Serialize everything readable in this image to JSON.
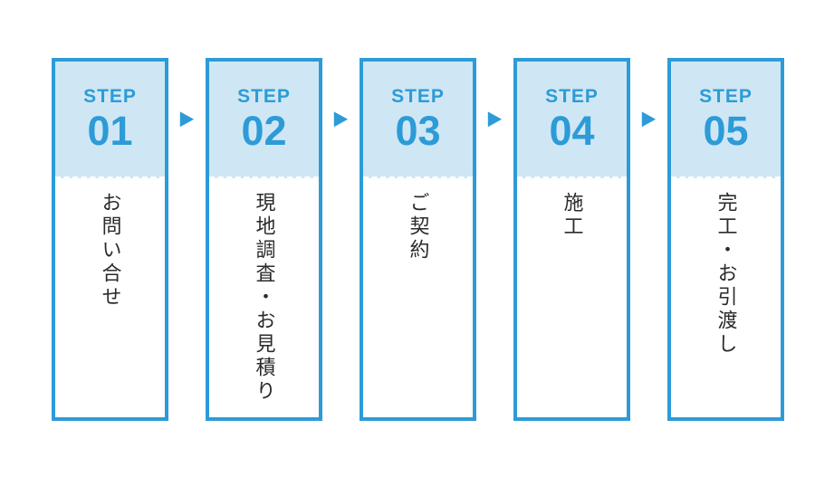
{
  "colors": {
    "accent": "#2D9BD7",
    "header_bg": "#CFE7F4",
    "text": "#2B2B2B",
    "card_bg": "#FFFFFF"
  },
  "arrow_icon": "▶",
  "steps": [
    {
      "label": "STEP",
      "number": "01",
      "title": "お問い合せ"
    },
    {
      "label": "STEP",
      "number": "02",
      "title": "現地調査・お見積り"
    },
    {
      "label": "STEP",
      "number": "03",
      "title": "ご契約"
    },
    {
      "label": "STEP",
      "number": "04",
      "title": "施工"
    },
    {
      "label": "STEP",
      "number": "05",
      "title": "完工・お引渡し"
    }
  ]
}
